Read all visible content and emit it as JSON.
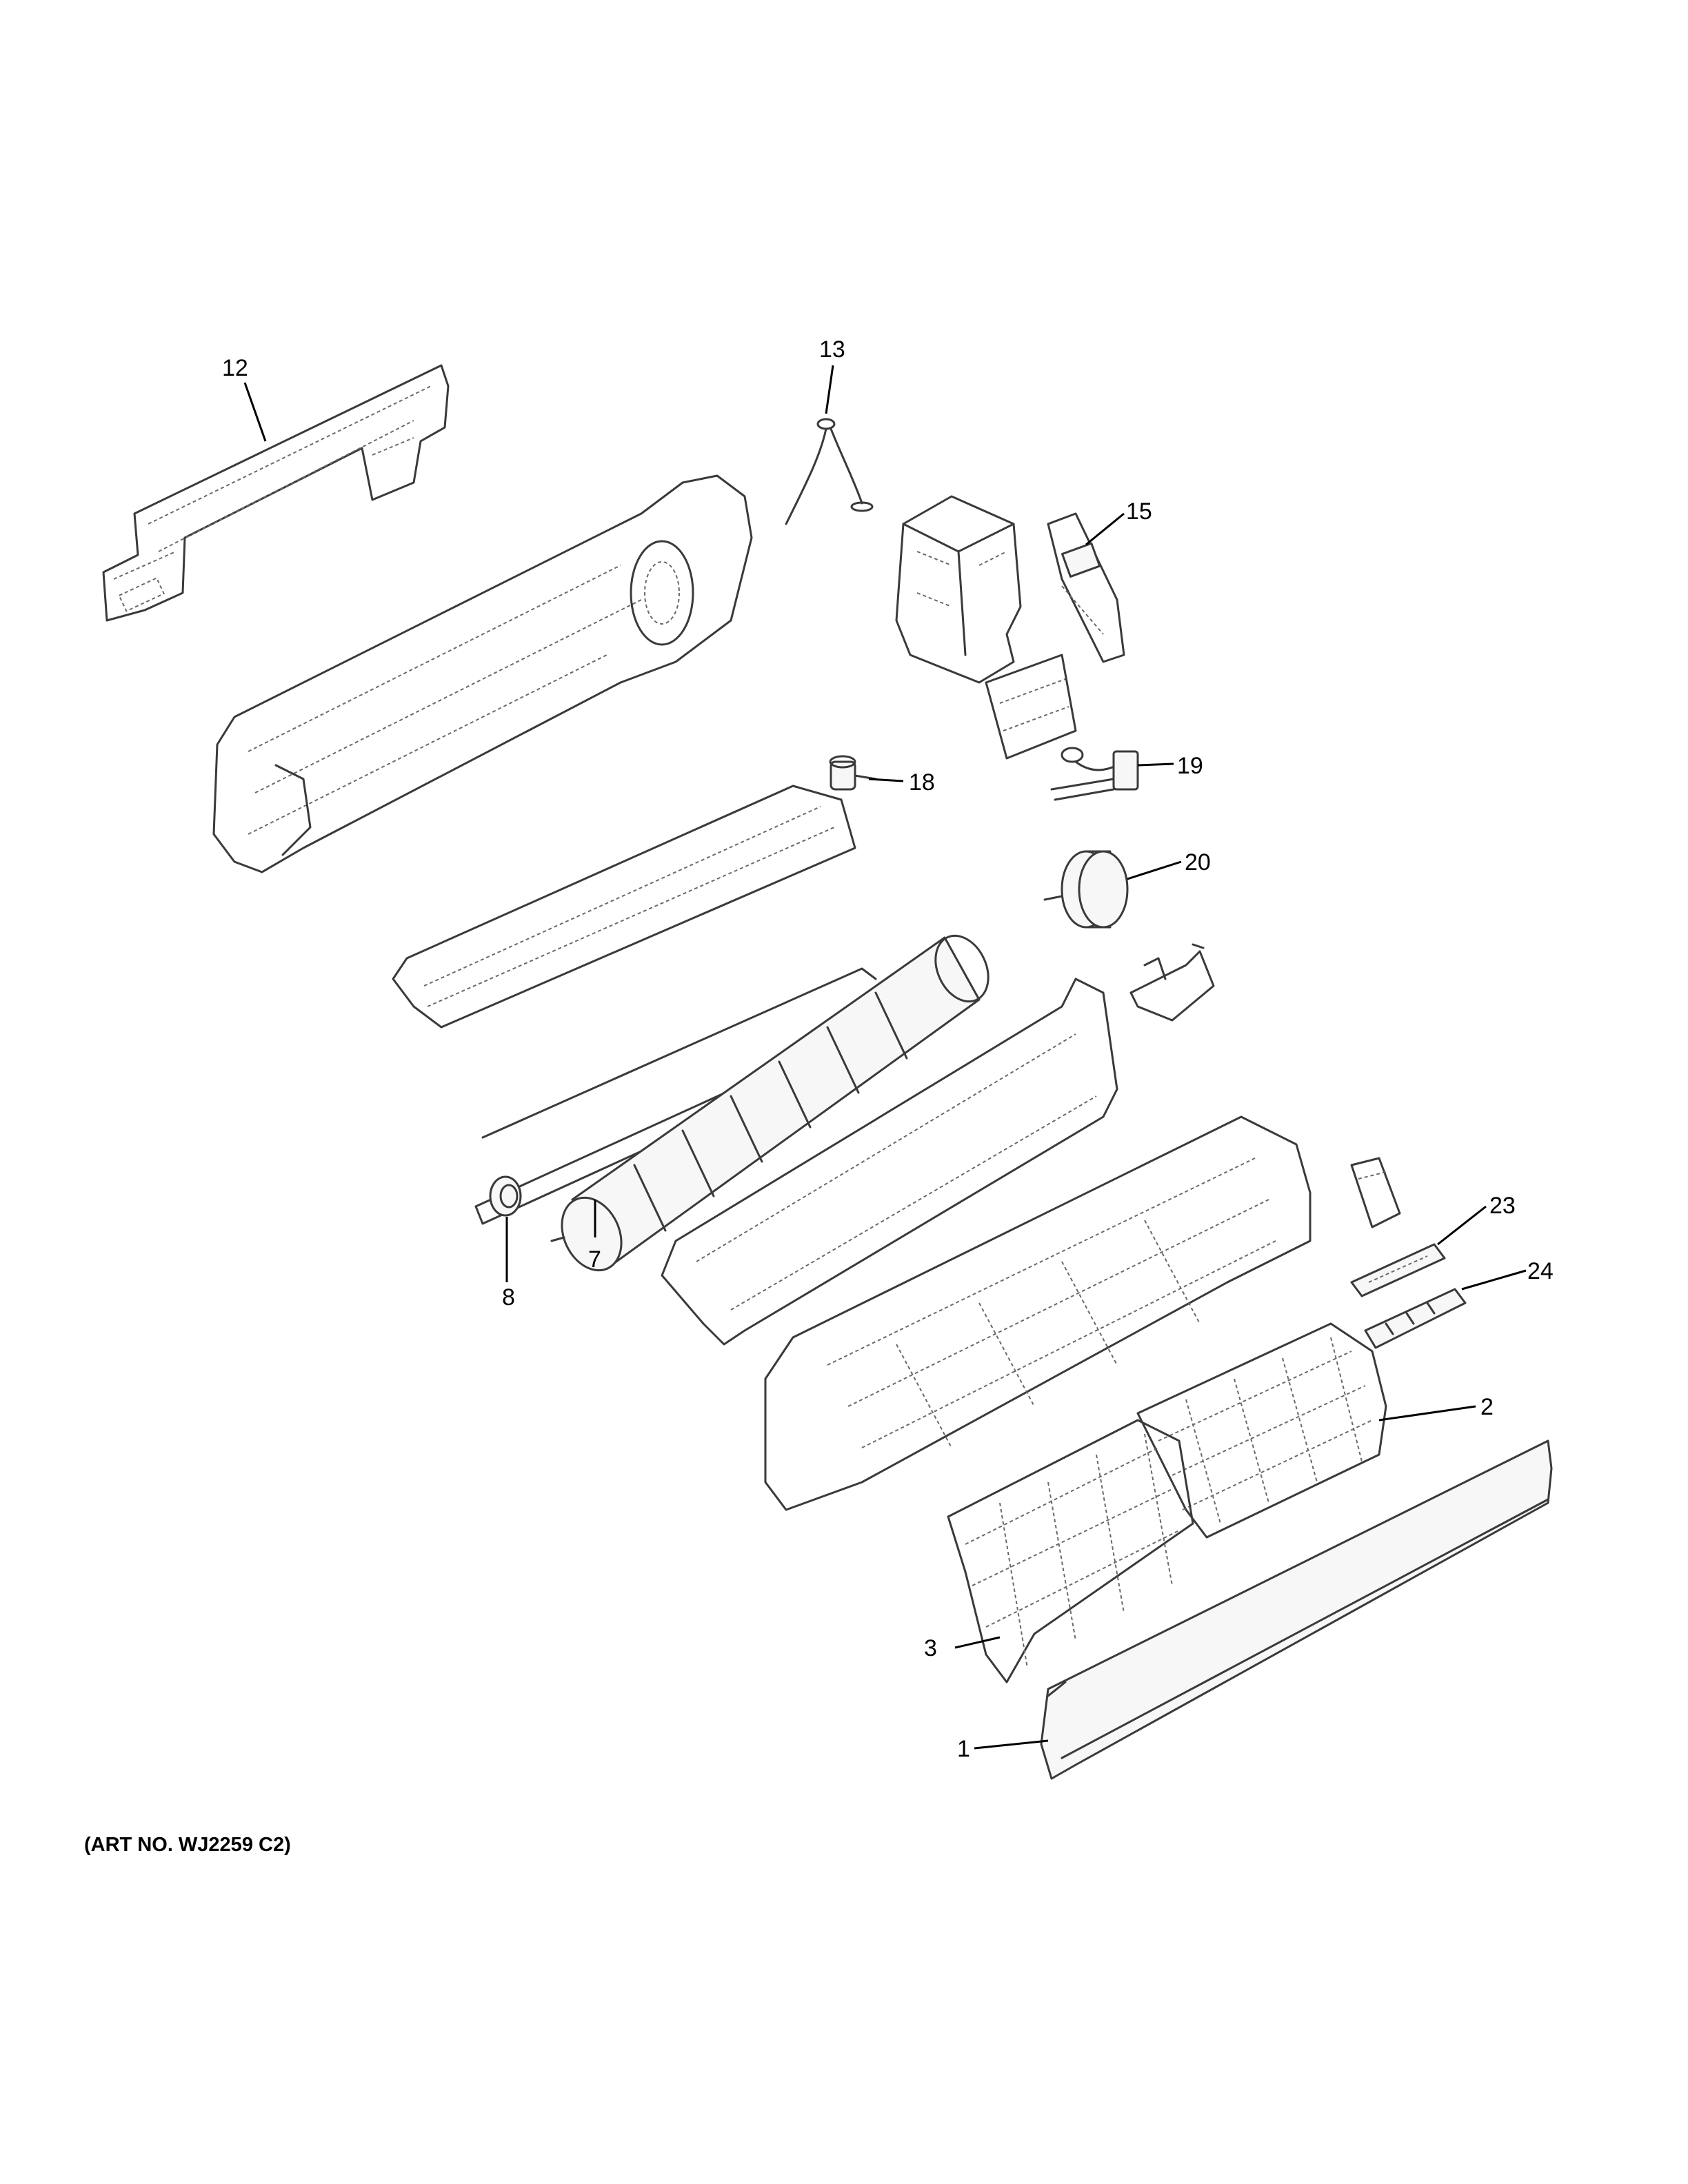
{
  "callouts": {
    "c1": "1",
    "c2": "2",
    "c3": "3",
    "c7": "7",
    "c8": "8",
    "c12": "12",
    "c13": "13",
    "c15": "15",
    "c18": "18",
    "c19": "19",
    "c20": "20",
    "c23": "23",
    "c24": "24"
  },
  "art_number": "(ART NO. WJ2259 C2)"
}
